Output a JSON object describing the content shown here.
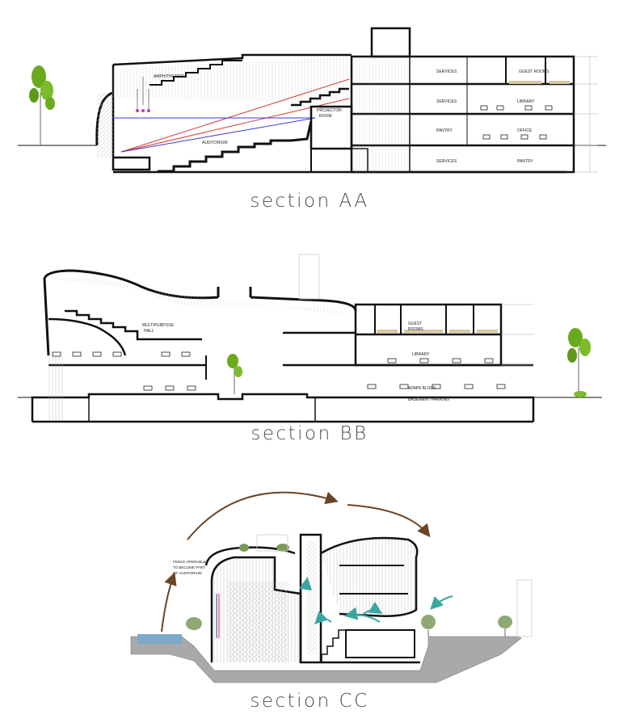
{
  "sections": [
    {
      "caption": "section AA",
      "labels": {
        "amphitheatre": "AMPHITHEATRE",
        "projector": "PROJECTOR",
        "room": "ROOM",
        "auditorium": "AUDITORIUM",
        "services_top": "SERVICES",
        "guest_rooms": "GUEST ROOMS",
        "services_mid": "SERVICES",
        "library": "LIBRARY",
        "pantry_left": "PANTRY",
        "office": "OFFICE",
        "services_bottom": "SERVICES",
        "pantry_right": "PANTRY"
      }
    },
    {
      "caption": "section BB",
      "labels": {
        "multipurpose": "MULTIPURPOSE",
        "hall": "HALL",
        "guest": "GUEST",
        "rooms": "ROOMS",
        "library": "LIBRARY",
        "admin_block": "ADMIN BLOCK",
        "basement_parking": "BASEMENT PARKING"
      }
    },
    {
      "caption": "section CC",
      "labels": {
        "note_line1": "FENCE OPERABLE",
        "note_line2": "TO BECOME PART",
        "note_line3": "OF AUDITORIUM"
      }
    }
  ],
  "colors": {
    "wall": "#111111",
    "hatch": "#9a9a9a",
    "tree": "#6aaa1e",
    "arrow_brown": "#6b4426",
    "arrow_teal": "#3aa6a0",
    "projection_red": "#d23a3a",
    "projection_blue": "#3a3ad2",
    "water": "#7ea9c8",
    "ground": "#b8b8b8",
    "caption": "#4a4a4a"
  }
}
